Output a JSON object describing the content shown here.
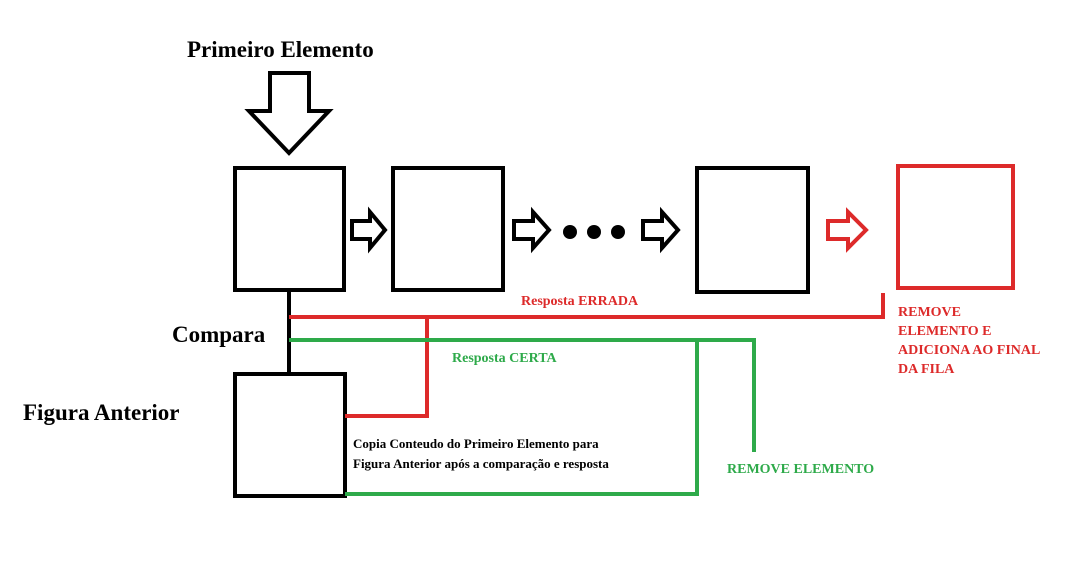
{
  "colors": {
    "black": "#000000",
    "red": "#dd2a2a",
    "green": "#2eaa4a"
  },
  "labels": {
    "primeiro_elemento": "Primeiro Elemento",
    "compara": "Compara",
    "figura_anterior": "Figura Anterior",
    "resposta_errada": "Resposta ERRADA",
    "resposta_certa": "Resposta CERTA",
    "copia_line1": "Copia Conteudo do Primeiro Elemento para",
    "copia_line2": "Figura Anterior após a comparação e resposta",
    "remove_elemento": "REMOVE ELEMENTO",
    "remove_adiciona_lines": [
      "REMOVE",
      "ELEMENTO E",
      "ADICIONA AO FINAL",
      "DA FILA"
    ]
  },
  "icons": {
    "down_arrow": "down-arrow-icon",
    "right_arrow": "right-arrow-icon",
    "ellipsis": "ellipsis-dots-icon"
  }
}
